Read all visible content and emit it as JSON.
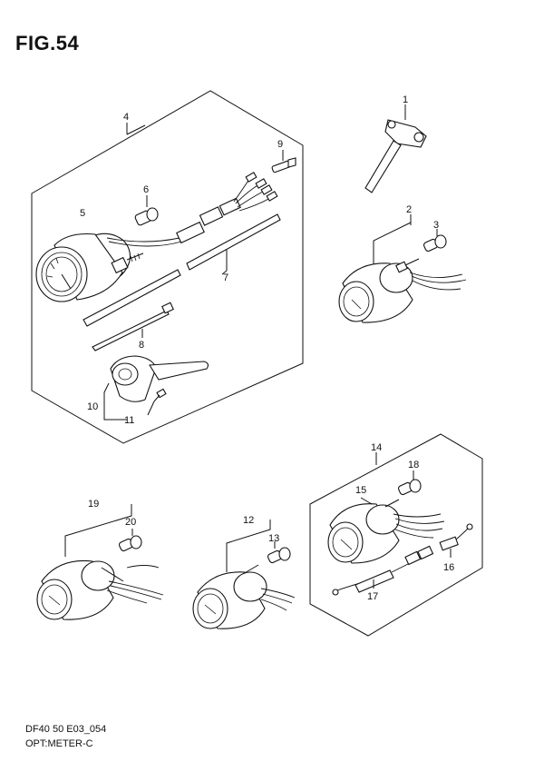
{
  "figure": {
    "title": "FIG.54",
    "footer_line1": "DF40 50 E03_054",
    "footer_line2": "OPT:METER-C"
  },
  "callouts": [
    "1",
    "2",
    "3",
    "4",
    "5",
    "6",
    "7",
    "8",
    "9",
    "10",
    "11",
    "12",
    "13",
    "14",
    "15",
    "16",
    "17",
    "18",
    "19",
    "20"
  ]
}
